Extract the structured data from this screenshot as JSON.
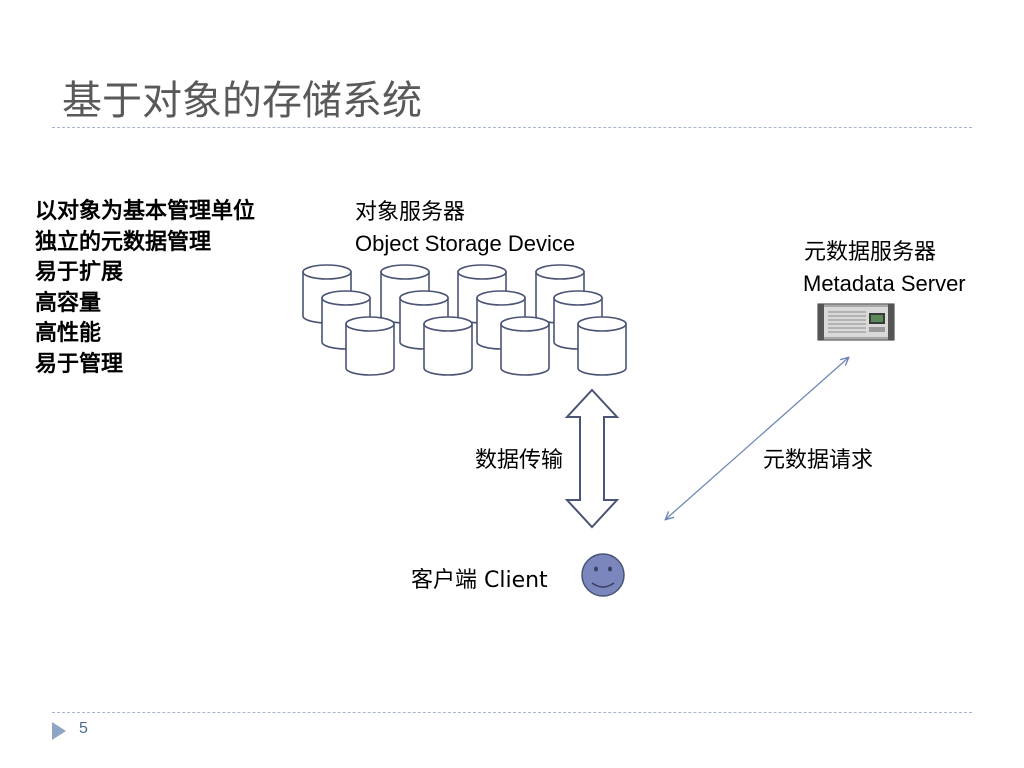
{
  "slide": {
    "title": "基于对象的存储系统",
    "page_number": "5"
  },
  "features": [
    "以对象为基本管理单位",
    "独立的元数据管理",
    "易于扩展",
    "高容量",
    "高性能",
    "易于管理"
  ],
  "osd": {
    "label_cn": "对象服务器",
    "label_en": "Object Storage Device"
  },
  "metadata_server": {
    "label_cn": "元数据服务器",
    "label_en": "Metadata Server"
  },
  "client": {
    "label": "客户端 Client"
  },
  "links": {
    "data_transfer": "数据传输",
    "metadata_request": "元数据请求"
  },
  "colors": {
    "title": "#595959",
    "rule": "#a9b7c8",
    "accent": "#6f87b5",
    "face_fill": "#7b86bd",
    "outline": "#4a5475"
  }
}
